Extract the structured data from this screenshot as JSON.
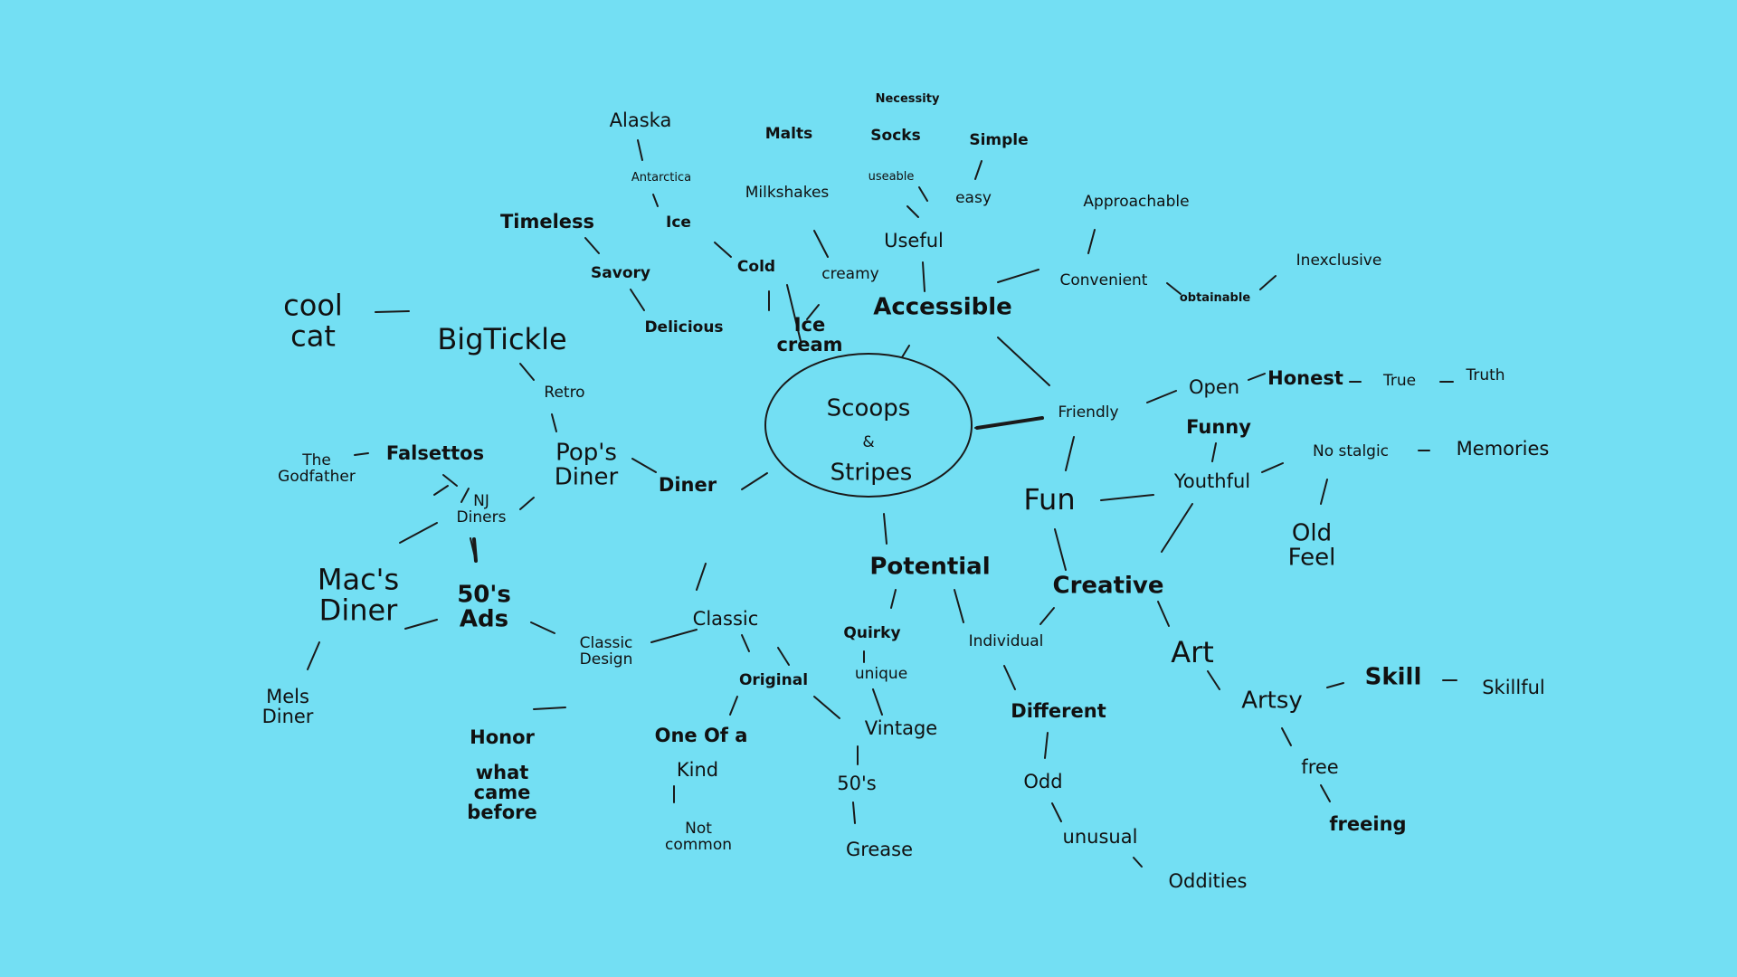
{
  "center": {
    "line1": "Scoops",
    "line2": "&",
    "line3": "Stripes"
  },
  "words": {
    "alaska": "Alaska",
    "antarctica": "Antarctica",
    "ice": "Ice",
    "cold": "Cold",
    "timeless": "Timeless",
    "savory": "Savory",
    "delicious": "Delicious",
    "ice_cream": "Ice\ncream",
    "creamy": "creamy",
    "milkshakes": "Milkshakes",
    "malts": "Malts",
    "necessity": "Necessity",
    "socks": "Socks",
    "useable": "useable",
    "simple": "Simple",
    "easy": "easy",
    "useful": "Useful",
    "accessible": "Accessible",
    "approachable": "Approachable",
    "convenient": "Convenient",
    "obtainable": "obtainable",
    "inexclusive": "Inexclusive",
    "friendly": "Friendly",
    "open": "Open",
    "honest": "Honest",
    "true": "True",
    "truth": "Truth",
    "funny": "Funny",
    "youthful": "Youthful",
    "nostalgic": "No stalgic",
    "memories": "Memories",
    "old_feel": "Old\nFeel",
    "fun": "Fun",
    "creative": "Creative",
    "art": "Art",
    "artsy": "Artsy",
    "skill": "Skill",
    "skillful": "Skillful",
    "free": "free",
    "freeing": "freeing",
    "individual": "Individual",
    "different": "Different",
    "odd": "Odd",
    "unusual": "unusual",
    "oddities": "Oddities",
    "potential": "Potential",
    "quirky": "Quirky",
    "unique": "unique",
    "vintage": "Vintage",
    "fifties_lower": "50's",
    "grease": "Grease",
    "original": "Original",
    "one_of_a": "One Of a",
    "kind": "Kind",
    "not_common": "Not\ncommon",
    "classic": "Classic",
    "classic_design": "Classic\nDesign",
    "honor": "Honor",
    "what_came": "what\ncame\nbefore",
    "diner": "Diner",
    "pops_diner": "Pop's\nDiner",
    "retro": "Retro",
    "bigtickle": "BigTickle",
    "cool_cat": "cool\ncat",
    "falsettos": "Falsettos",
    "godfather": "The\nGodfather",
    "nj_diners": "NJ\nDiners",
    "fifties_ads": "50's\nAds",
    "macs_diner": "Mac's\nDiner",
    "mels_diner": "Mels\nDiner"
  }
}
